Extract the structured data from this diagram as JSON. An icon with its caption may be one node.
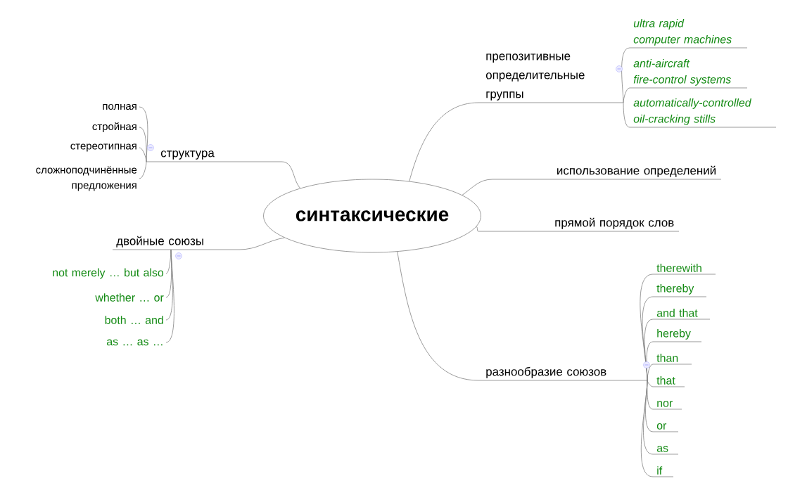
{
  "diagram": {
    "nodes": [
      {
        "text": [
          "синтаксические"
        ]
      },
      {
        "text": [
          "препозитивные определительные группы"
        ]
      },
      {
        "text": [
          "ultra rapid computer machines"
        ]
      },
      {
        "text": [
          "anti-aircraft fire-control systems"
        ]
      },
      {
        "text": [
          "automatically-controlled oil-cracking stills"
        ]
      },
      {
        "text": [
          "использование определений"
        ]
      },
      {
        "text": [
          "прямой порядок слов"
        ]
      },
      {
        "text": [
          "разнообразие союзов"
        ]
      },
      {
        "text": [
          "therewith"
        ]
      },
      {
        "text": [
          "thereby"
        ]
      },
      {
        "text": [
          "and that"
        ]
      },
      {
        "text": [
          "hereby"
        ]
      },
      {
        "text": [
          "than"
        ]
      },
      {
        "text": [
          "that"
        ]
      },
      {
        "text": [
          "nor"
        ]
      },
      {
        "text": [
          "or"
        ]
      },
      {
        "text": [
          "as"
        ]
      },
      {
        "text": [
          "if"
        ]
      },
      {
        "text": [
          "структура"
        ]
      },
      {
        "text": [
          "полная"
        ]
      },
      {
        "text": [
          "стройная"
        ]
      },
      {
        "text": [
          "стереотипная"
        ]
      },
      {
        "text": [
          "сложноподчинённые предложения"
        ]
      },
      {
        "text": [
          "двойные союзы"
        ]
      },
      {
        "text": [
          "not merely … but also"
        ]
      },
      {
        "text": [
          "whether … or"
        ]
      },
      {
        "text": [
          "both … and"
        ]
      },
      {
        "text": [
          "as … as …"
        ]
      }
    ],
    "edges": [
      {
        "from": 0,
        "to": 1,
        "arrow": "none"
      },
      {
        "from": 0,
        "to": 5,
        "arrow": "none"
      },
      {
        "from": 0,
        "to": 6,
        "arrow": "none"
      },
      {
        "from": 0,
        "to": 7,
        "arrow": "none"
      },
      {
        "from": 0,
        "to": 18,
        "arrow": "none"
      },
      {
        "from": 0,
        "to": 23,
        "arrow": "none"
      },
      {
        "from": 1,
        "to": 2,
        "arrow": "none"
      },
      {
        "from": 1,
        "to": 3,
        "arrow": "none"
      },
      {
        "from": 1,
        "to": 4,
        "arrow": "none"
      },
      {
        "from": 7,
        "to": 8,
        "arrow": "none"
      },
      {
        "from": 7,
        "to": 9,
        "arrow": "none"
      },
      {
        "from": 7,
        "to": 10,
        "arrow": "none"
      },
      {
        "from": 7,
        "to": 11,
        "arrow": "none"
      },
      {
        "from": 7,
        "to": 12,
        "arrow": "none"
      },
      {
        "from": 7,
        "to": 13,
        "arrow": "none"
      },
      {
        "from": 7,
        "to": 14,
        "arrow": "none"
      },
      {
        "from": 7,
        "to": 15,
        "arrow": "none"
      },
      {
        "from": 7,
        "to": 16,
        "arrow": "none"
      },
      {
        "from": 7,
        "to": 17,
        "arrow": "none"
      },
      {
        "from": 18,
        "to": 19,
        "arrow": "none"
      },
      {
        "from": 18,
        "to": 20,
        "arrow": "none"
      },
      {
        "from": 18,
        "to": 21,
        "arrow": "none"
      },
      {
        "from": 18,
        "to": 22,
        "arrow": "none"
      },
      {
        "from": 23,
        "to": 24,
        "arrow": "none"
      },
      {
        "from": 23,
        "to": 25,
        "arrow": "none"
      },
      {
        "from": 23,
        "to": 26,
        "arrow": "none"
      },
      {
        "from": 23,
        "to": 27,
        "arrow": "none"
      }
    ]
  }
}
